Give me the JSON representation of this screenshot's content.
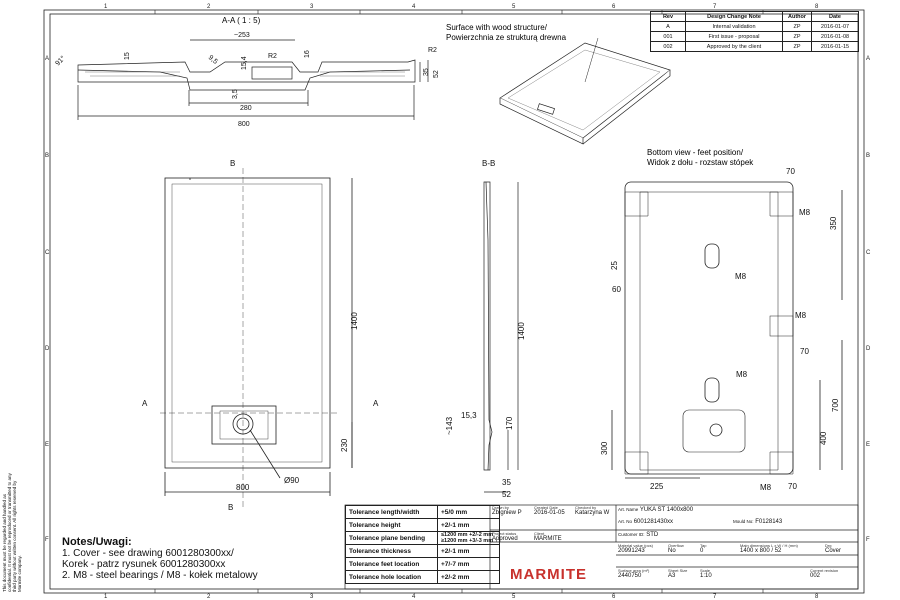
{
  "border": {
    "cols": [
      "1",
      "2",
      "3",
      "4",
      "5",
      "6",
      "7",
      "8"
    ],
    "rows": [
      "A",
      "B",
      "C",
      "D",
      "E",
      "F"
    ]
  },
  "section_aa": {
    "title": "A-A ( 1 : 5)",
    "dims": [
      "~253",
      "15",
      "9,5",
      "R2",
      "15,4",
      "16",
      "R2",
      "91°",
      "35",
      "52",
      "3,5",
      "280",
      "800"
    ]
  },
  "wood_label": [
    "Surface with wood structure/",
    "Powierzchnia ze strukturą drewna"
  ],
  "bottom_label": [
    "Bottom view - feet position/",
    "Widok z dołu - rozstaw stópek"
  ],
  "bottom_dims": [
    "70",
    "M8",
    "350",
    "25",
    "M8",
    "60",
    "M8",
    "70",
    "M8",
    "700",
    "400",
    "300",
    "225",
    "M8",
    "70"
  ],
  "plan": {
    "b_top": "B",
    "b_bottom": "B",
    "a_left": "A",
    "a_right": "A",
    "dim_height": "1400",
    "dim_230": "230",
    "dim_width": "800",
    "dim_dia": "Ø90"
  },
  "section_bb": {
    "title": "B-B",
    "dim_height": "1400",
    "dim_153": "15,3",
    "dim_143": "~143",
    "dim_170": "170",
    "dim_35": "35",
    "dim_52": "52"
  },
  "revisions": {
    "headers": [
      "Rev",
      "Design Change Note",
      "Author",
      "Date"
    ],
    "rows": [
      [
        "A",
        "Internal validation",
        "ZP",
        "2016-01-07"
      ],
      [
        "001",
        "First issue - proposal",
        "ZP",
        "2016-01-08"
      ],
      [
        "002",
        "Approved by the client",
        "ZP",
        "2016-01-15"
      ]
    ]
  },
  "notes": {
    "title": "Notes/Uwagi:",
    "lines": [
      "1.     Cover - see drawing 6001280300xx/",
      "Korek - patrz rysunek 6001280300xx",
      "2.     M8 - steel bearings / M8 - kołek metalowy"
    ]
  },
  "side_note": "This document must be regarded and handled as confidential. It must not be reproduced or transmitted to any third party without written consent. All rights reserved by Marmite company.",
  "tolerances": [
    [
      "Tolerance length/width",
      "+5/0 mm"
    ],
    [
      "Tolerance height",
      "+2/-1 mm"
    ],
    [
      "Tolerance plane bending",
      "≤1200 mm +2/-2 mm",
      "≥1200 mm +3/-3 mm"
    ],
    [
      "Tolerance thickness",
      "+2/-1 mm"
    ],
    [
      "Tolerance feet location",
      "+7/-7 mm"
    ],
    [
      "Tolerance hole location",
      "+2/-2 mm"
    ]
  ],
  "titleblock": {
    "drawn_by_l": "Drawn by",
    "drawn_by": "Zbigniew P",
    "created_l": "Created Date",
    "created": "2016-01-05",
    "checked_l": "Checked by",
    "checked": "Katarzyna W",
    "status_l": "Project status",
    "status": "Approved",
    "client_l": "Client",
    "client": "MARMITE",
    "artname_l": "Art. Name",
    "artname": "YUKA ST 1400x800",
    "artno_l": "Art. No",
    "artno": "6001281430xx",
    "mould_l": "Mould No:",
    "mould": "F0128143",
    "cust_l": "Customer ID:",
    "cust": "STD",
    "mat_l": "Material value (pcs)",
    "mat": "20991243",
    "overflow_l": "Overflow",
    "overflow": "No",
    "tap_l": "Tap",
    "tap": "0",
    "maxdim_l": "Main dimensions L x W / H (mm)",
    "maxdim": "1400 x 800 / 52",
    "drg_l": "Drg",
    "drg": "Cover",
    "surface_l": "Surface area (m²)",
    "surface": "2440750",
    "sheet_l": "Sheet Size",
    "sheet": "A3",
    "scale_l": "Scale",
    "scale": "1:10",
    "currev_l": "Current revision",
    "currev": "002",
    "logo": "MARMITE"
  }
}
